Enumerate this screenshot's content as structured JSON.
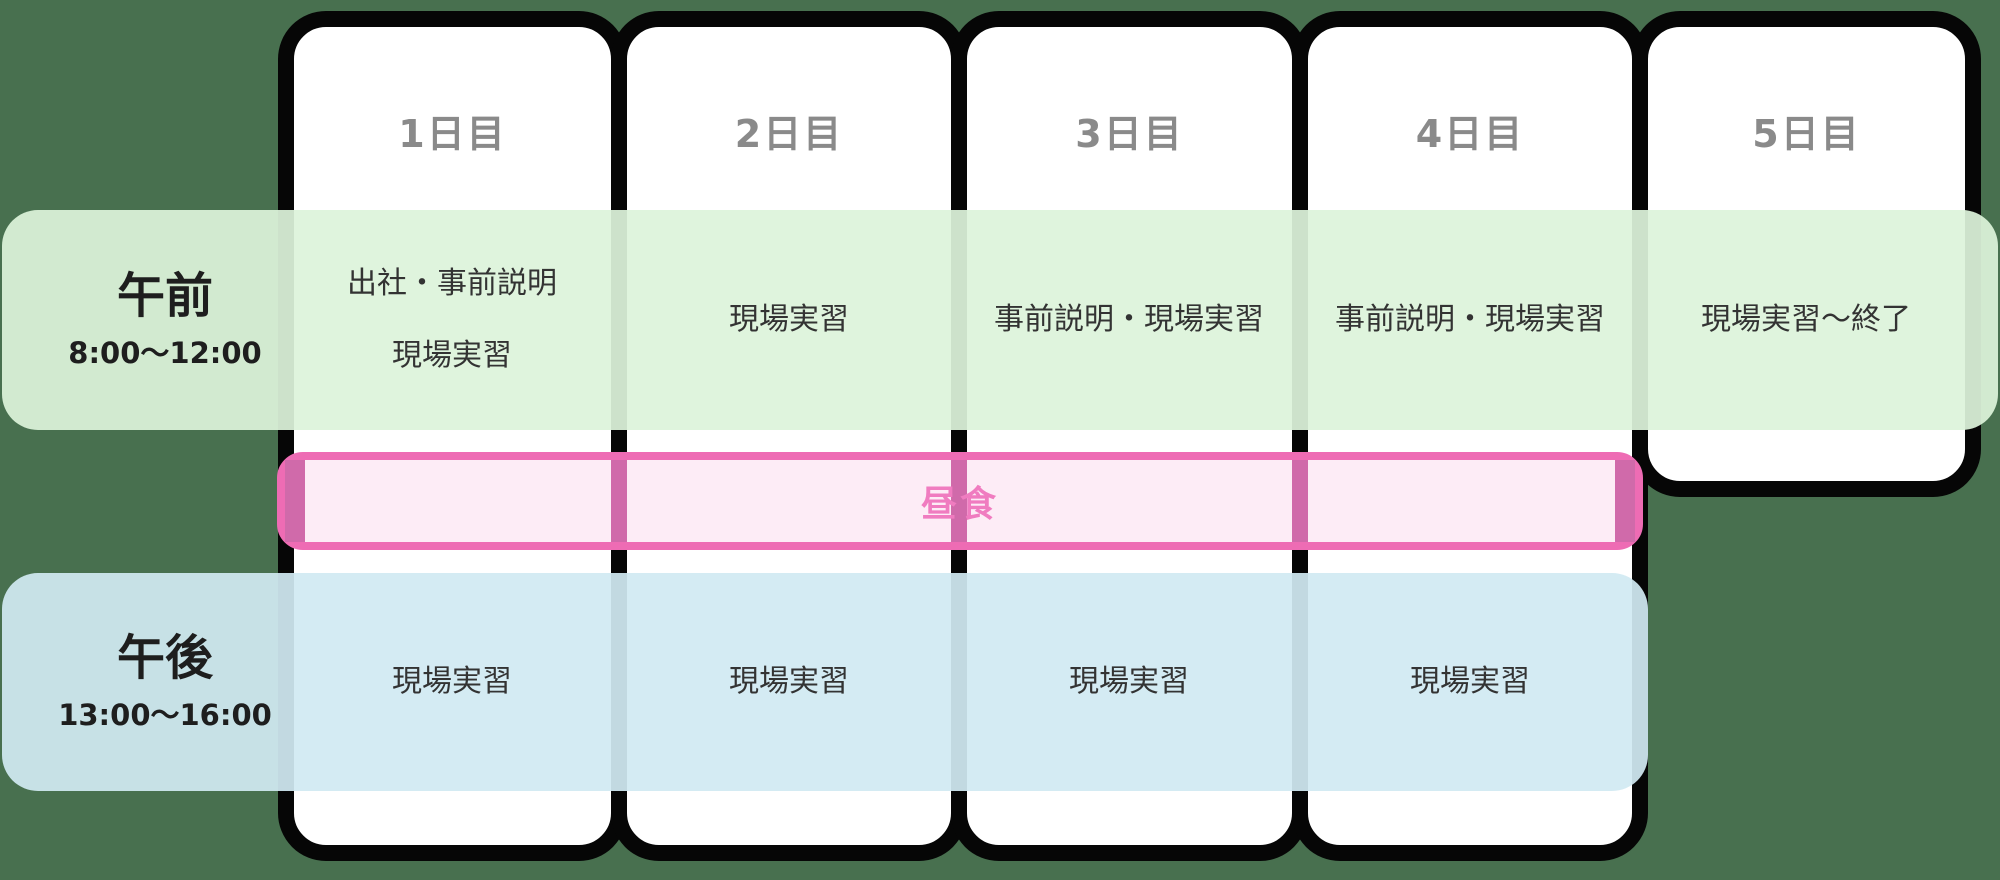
{
  "diagram": {
    "description": "5-day internship schedule table",
    "days": [
      {
        "label": "1日目",
        "morning": [
          "出社・事前説明",
          "現場実習"
        ],
        "afternoon": "現場実習"
      },
      {
        "label": "2日目",
        "morning": [
          "現場実習"
        ],
        "afternoon": "現場実習"
      },
      {
        "label": "3日目",
        "morning": [
          "事前説明・現場実習"
        ],
        "afternoon": "現場実習"
      },
      {
        "label": "4日目",
        "morning": [
          "事前説明・現場実習"
        ],
        "afternoon": "現場実習"
      },
      {
        "label": "5日目",
        "morning": [
          "現場実習〜終了"
        ]
      }
    ],
    "rows": {
      "morning": {
        "label": "午前",
        "time": "8:00〜12:00"
      },
      "lunch": {
        "label": "昼食"
      },
      "afternoon": {
        "label": "午後",
        "time": "13:00〜16:00"
      }
    },
    "colors": {
      "background": "#48704f",
      "card_fill": "#ffffff",
      "card_border": "#060606",
      "day_label": "#8a8a8a",
      "morning_band": "#def3dc",
      "afternoon_band": "#d4eaf2",
      "lunch_fill": "#fdebf6",
      "lunch_border": "#ee6cb4",
      "lunch_divider": "#d06aaa",
      "lunch_label": "#f07cc0",
      "cell_text": "#333333"
    }
  }
}
